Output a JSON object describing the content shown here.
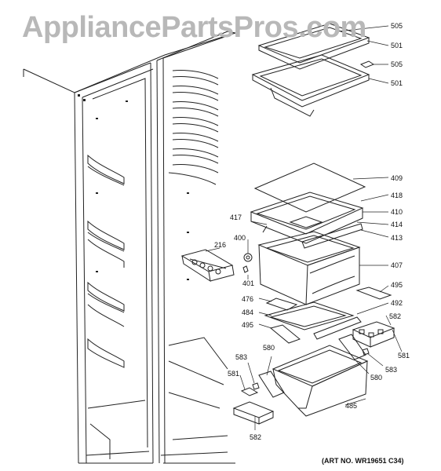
{
  "watermark": "AppliancePartsPros.com",
  "art_number": "(ART NO. WR19651 C34)",
  "parts": [
    {
      "id": "p505a",
      "label": "505"
    },
    {
      "id": "p501a",
      "label": "501"
    },
    {
      "id": "p505b",
      "label": "505"
    },
    {
      "id": "p501b",
      "label": "501"
    },
    {
      "id": "p409",
      "label": "409"
    },
    {
      "id": "p418",
      "label": "418"
    },
    {
      "id": "p410",
      "label": "410"
    },
    {
      "id": "p414",
      "label": "414"
    },
    {
      "id": "p413",
      "label": "413"
    },
    {
      "id": "p417",
      "label": "417"
    },
    {
      "id": "p400",
      "label": "400"
    },
    {
      "id": "p216",
      "label": "216"
    },
    {
      "id": "p401",
      "label": "401"
    },
    {
      "id": "p407",
      "label": "407"
    },
    {
      "id": "p495a",
      "label": "495"
    },
    {
      "id": "p476",
      "label": "476"
    },
    {
      "id": "p492",
      "label": "492"
    },
    {
      "id": "p484",
      "label": "484"
    },
    {
      "id": "p582a",
      "label": "582"
    },
    {
      "id": "p495b",
      "label": "495"
    },
    {
      "id": "p581a",
      "label": "581"
    },
    {
      "id": "p580a",
      "label": "580"
    },
    {
      "id": "p583a",
      "label": "583"
    },
    {
      "id": "p583b",
      "label": "583"
    },
    {
      "id": "p580b",
      "label": "580"
    },
    {
      "id": "p581b",
      "label": "581"
    },
    {
      "id": "p485",
      "label": "485"
    },
    {
      "id": "p582b",
      "label": "582"
    }
  ]
}
